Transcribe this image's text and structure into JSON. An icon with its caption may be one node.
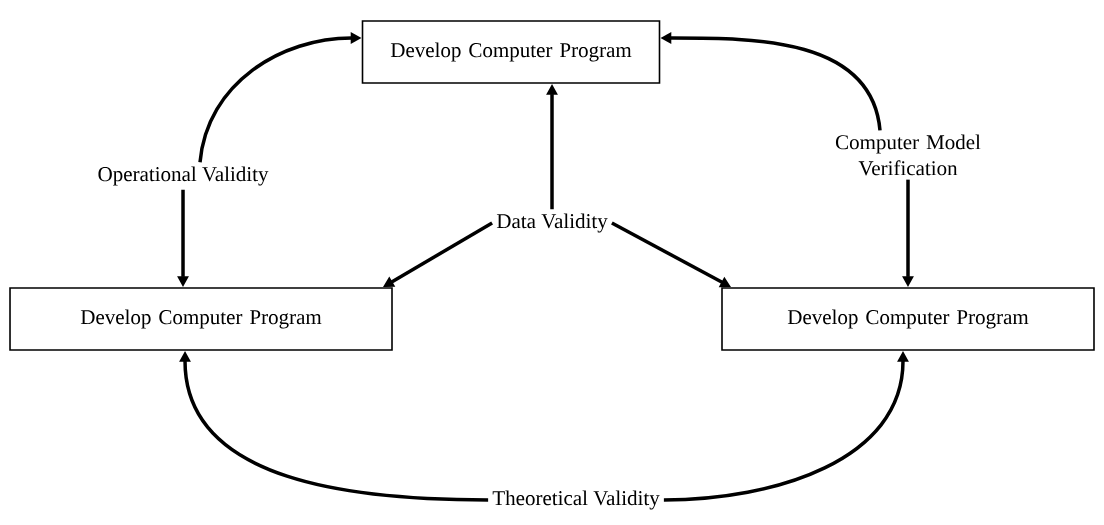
{
  "diagram": {
    "nodes": [
      {
        "text": [
          "Develop Computer Program"
        ]
      },
      {
        "text": [
          "Develop Computer Program"
        ]
      },
      {
        "text": [
          "Develop Computer Program"
        ]
      },
      {
        "text": [
          "Operational Validity"
        ]
      },
      {
        "text": [
          "Computer Model Verification"
        ]
      },
      {
        "text": [
          "Data Validity"
        ]
      },
      {
        "text": [
          "Theoretical Validity"
        ]
      }
    ],
    "edges": [
      {
        "from": 3,
        "to": 0,
        "arrow": "to"
      },
      {
        "from": 3,
        "to": 1,
        "arrow": "to"
      },
      {
        "from": 4,
        "to": 0,
        "arrow": "to"
      },
      {
        "from": 4,
        "to": 2,
        "arrow": "to"
      },
      {
        "from": 5,
        "to": 0,
        "arrow": "to"
      },
      {
        "from": 5,
        "to": 1,
        "arrow": "to"
      },
      {
        "from": 5,
        "to": 2,
        "arrow": "to"
      },
      {
        "from": 6,
        "to": 1,
        "arrow": "to"
      },
      {
        "from": 6,
        "to": 2,
        "arrow": "to"
      }
    ]
  }
}
